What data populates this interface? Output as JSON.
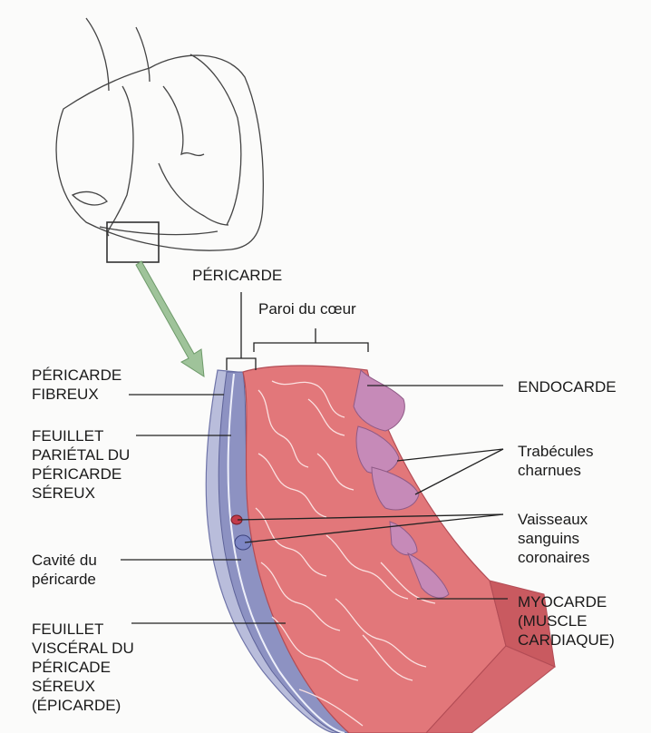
{
  "labels": {
    "pericarde": "PÉRICARDE",
    "paroi": "Paroi du cœur",
    "pericarde_fibreux": "PÉRICARDE\nFIBREUX",
    "feuillet_parietal": "FEUILLET\nPARIÉTAL DU\nPÉRICARDE\nSÉREUX",
    "cavite": "Cavité du\npéricarde",
    "feuillet_visceral": "FEUILLET\nVISCÉRAL DU\nPÉRICADE\nSÉREUX\n(ÉPICARDE)",
    "endocarde": "ENDOCARDE",
    "trabecules": "Trabécules\ncharnues",
    "vaisseaux": "Vaisseaux\nsanguins\ncoronaires",
    "myocarde": "MYOCARDE\n(MUSCLE\nCARDIAQUE)"
  },
  "colors": {
    "myocardium": "#e2777a",
    "myocardium_dark": "#c95a60",
    "endocardium": "#c68ab8",
    "pericardium_blue": "#8d92c2",
    "pericardium_light": "#b9bddb",
    "arrow": "#9fc39a"
  }
}
